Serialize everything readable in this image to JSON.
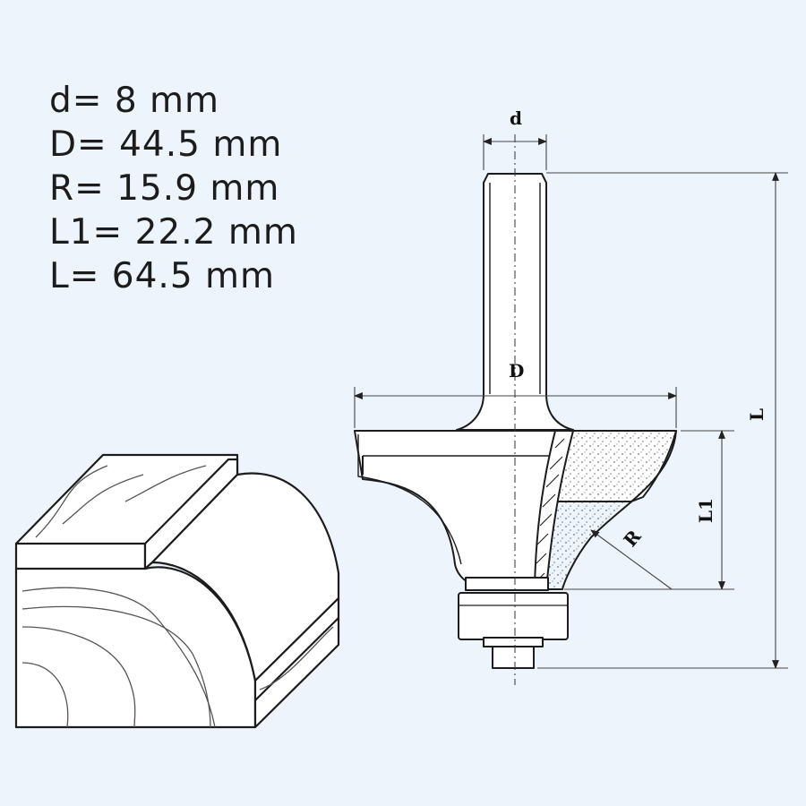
{
  "specs": [
    {
      "text": "d= 8 mm"
    },
    {
      "text": "D= 44.5 mm"
    },
    {
      "text": "R= 15.9 mm"
    },
    {
      "text": "L1= 22.2 mm"
    },
    {
      "text": "L= 64.5 mm"
    }
  ],
  "labels": {
    "d": "d",
    "D": "D",
    "L": "L",
    "L1": "L1",
    "R": "R"
  },
  "colors": {
    "background": "#eef4fb",
    "line": "#1c1c1c",
    "dimension": "#555555"
  }
}
